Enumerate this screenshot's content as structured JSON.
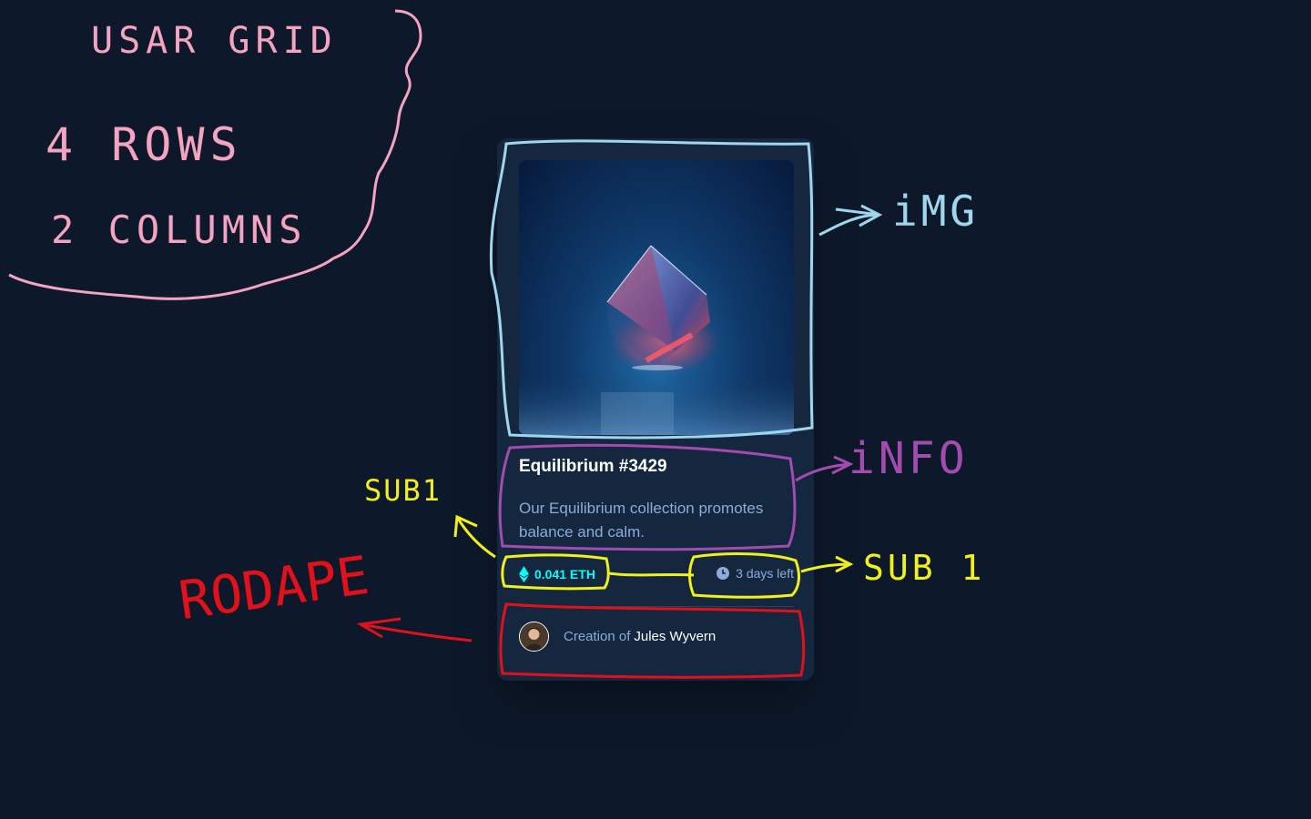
{
  "card": {
    "title": "Equilibrium #3429",
    "description": "Our Equilibrium collection promotes balance and calm.",
    "price": "0.041 ETH",
    "time_left": "3 days left",
    "creator_prefix": "Creation of",
    "creator_name": "Jules Wyvern",
    "image_subject": "glowing glass cube",
    "icons": {
      "price": "ethereum-icon",
      "time": "clock-icon"
    },
    "colors": {
      "background": "#0d192b",
      "card": "#15263f",
      "cyan": "#00fff8",
      "soft_blue": "#8bacd9",
      "white": "#ffffff"
    }
  },
  "annotations": {
    "grid_note_line1": "USAR GRID",
    "grid_note_line2": "4 ROWS",
    "grid_note_line3": "2 COLUMNS",
    "img_label": "iMG",
    "info_label": "iNFO",
    "sub1_label_left": "SUB1",
    "sub1_label_right": "SUB 1",
    "footer_label": "RODAPE",
    "colors": {
      "pink": "#f4a3c0",
      "light_blue": "#9ed6ee",
      "purple": "#a24cb0",
      "yellow": "#f1f01a",
      "red": "#e0111b"
    }
  }
}
